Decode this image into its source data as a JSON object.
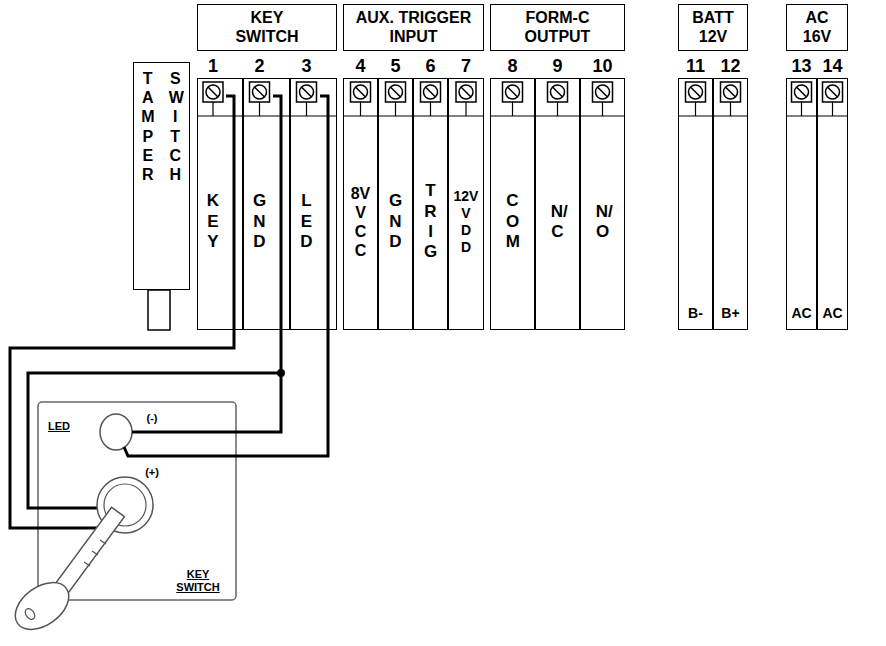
{
  "diagram": {
    "nodes": [
      {
        "text": [
          "KEY SWITCH"
        ]
      },
      {
        "text": [
          "AUX. TRIGGER INPUT"
        ]
      },
      {
        "text": [
          "FORM-C OUTPUT"
        ]
      },
      {
        "text": [
          "BATT 12V"
        ]
      },
      {
        "text": [
          "AC 16V"
        ]
      },
      {
        "text": [
          "TAMPER",
          "SWITCH"
        ]
      },
      {
        "text": [
          "KEY"
        ]
      },
      {
        "text": [
          "GND"
        ]
      },
      {
        "text": [
          "LED"
        ]
      },
      {
        "text": [
          "8V VCC"
        ]
      },
      {
        "text": [
          "GND"
        ]
      },
      {
        "text": [
          "TRIG"
        ]
      },
      {
        "text": [
          "12V VDD"
        ]
      },
      {
        "text": [
          "COM"
        ]
      },
      {
        "text": [
          "N/C"
        ]
      },
      {
        "text": [
          "N/O"
        ]
      },
      {
        "text": [
          "B-"
        ]
      },
      {
        "text": [
          "B+"
        ]
      },
      {
        "text": [
          "AC"
        ]
      },
      {
        "text": [
          "AC"
        ]
      },
      {
        "text": [
          "LED",
          "KEY SWITCH"
        ]
      }
    ],
    "edges": [
      {
        "from": 6,
        "to": 20,
        "arrow": "none"
      },
      {
        "from": 7,
        "to": 20,
        "arrow": "none"
      },
      {
        "from": 8,
        "to": 20,
        "arrow": "none"
      }
    ],
    "labels": [
      "1",
      "2",
      "3",
      "4",
      "5",
      "6",
      "7",
      "8",
      "9",
      "10",
      "11",
      "12",
      "13",
      "14",
      "(-)",
      "(+)"
    ]
  }
}
